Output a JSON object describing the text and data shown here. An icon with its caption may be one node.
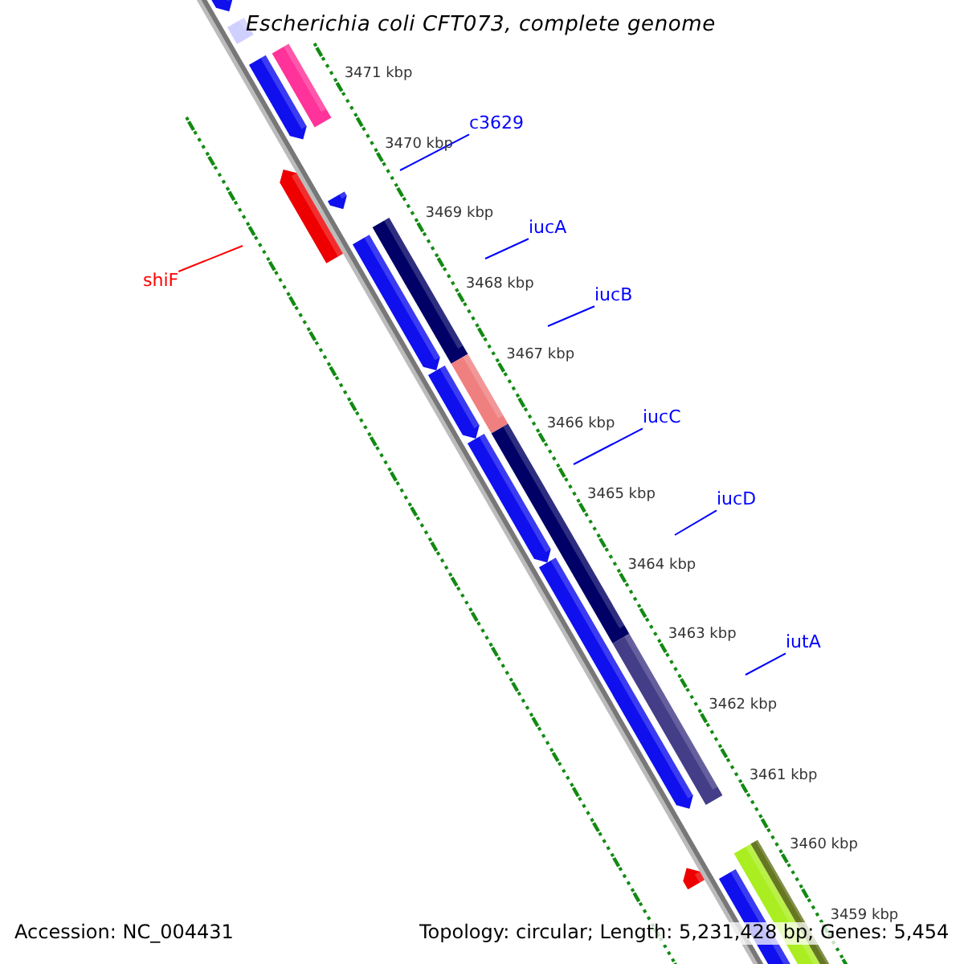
{
  "diagram": {
    "title": "Escherichia coli CFT073, complete genome",
    "nodes": [
      {
        "text": [
          "c3629"
        ]
      },
      {
        "text": [
          "iucA"
        ]
      },
      {
        "text": [
          "iucB"
        ]
      },
      {
        "text": [
          "iucC"
        ]
      },
      {
        "text": [
          "iucD"
        ]
      },
      {
        "text": [
          "iutA"
        ]
      },
      {
        "text": [
          "shiF"
        ]
      }
    ],
    "edges": [
      {
        "from": 0,
        "to": null,
        "arrow": "none"
      },
      {
        "from": 1,
        "to": null,
        "arrow": "none"
      },
      {
        "from": 2,
        "to": null,
        "arrow": "none"
      },
      {
        "from": 3,
        "to": null,
        "arrow": "none"
      },
      {
        "from": 4,
        "to": null,
        "arrow": "none"
      },
      {
        "from": 5,
        "to": null,
        "arrow": "none"
      },
      {
        "from": 6,
        "to": null,
        "arrow": "none",
        "color": "#ff0000"
      }
    ],
    "labels": [
      "3471 kbp",
      "3470 kbp",
      "3469 kbp",
      "3468 kbp",
      "3467 kbp",
      "3466 kbp",
      "3465 kbp",
      "3464 kbp",
      "3463 kbp",
      "3462 kbp",
      "3461 kbp",
      "3460 kbp",
      "3459 kbp",
      "Accession: NC_004431",
      "Topology: circular; Length: 5,231,428 bp; Genes: 5,454"
    ]
  }
}
